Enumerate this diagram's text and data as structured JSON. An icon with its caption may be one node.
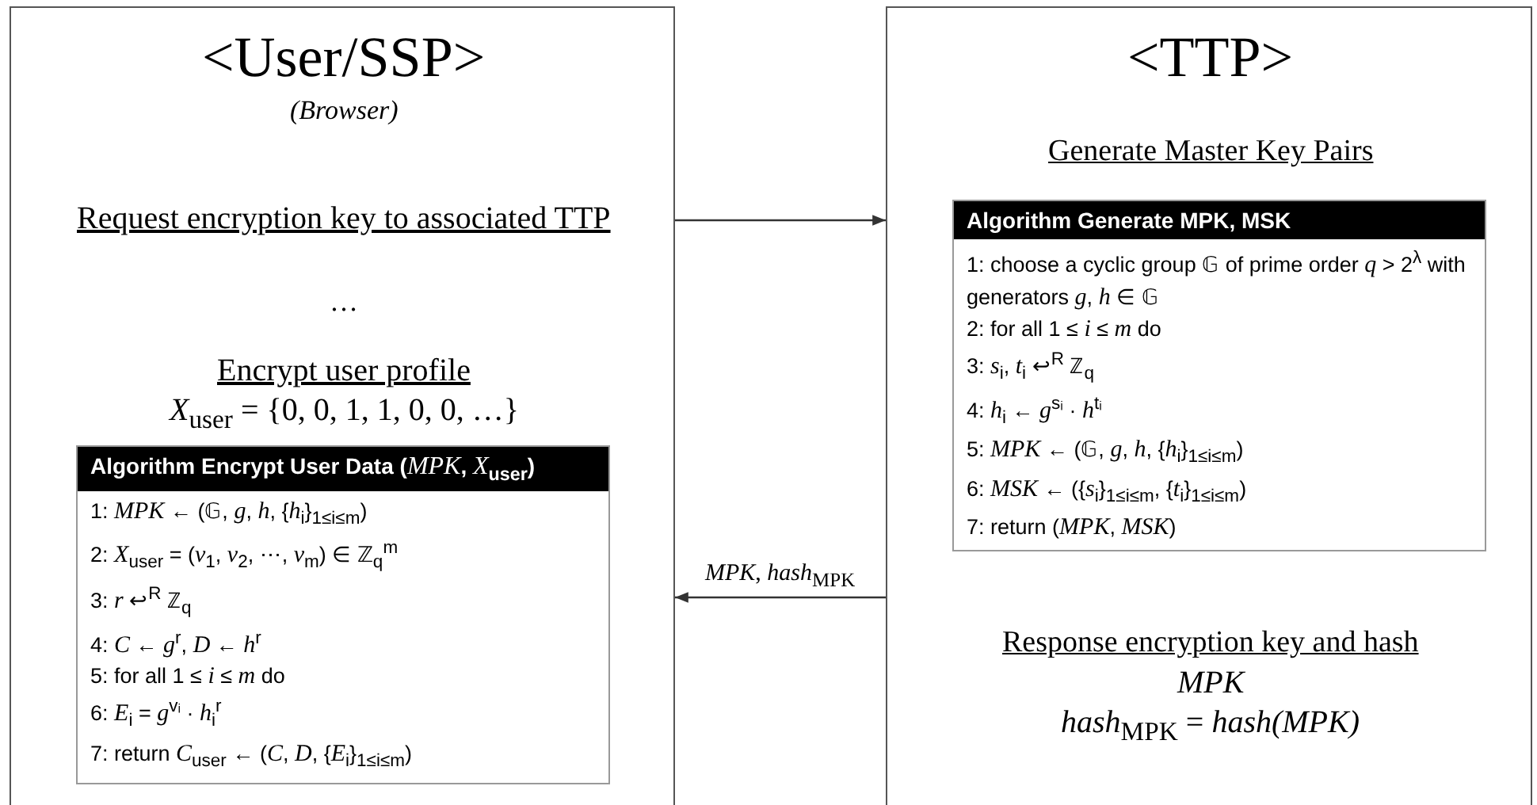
{
  "diagram": {
    "nodes": [
      {
        "text": [
          "<User/SSP>",
          "*(Browser)*",
          "Request encryption key to associated TTP",
          "…",
          "Encrypt user profile",
          "*X*$_{user}$ = {0, 0, 1, 1, 0, 0, …}"
        ]
      },
      {
        "text": [
          "Algorithm Encrypt  User Data (*MPK*, *X*$_{user}$)",
          "1: *MPK* ← (𝔾, *g*, *h*, {*h*$_{i}$}$_{1≤i≤m}$)",
          "2: *X*$_{user}$ = (*v*$_{1}$, *v*$_{2}$, ⋯, *v*$_{m}$) ∈ ℤ$_{q}$$^{m}$",
          "3: *r* ↩$^{R}$ ℤ$_{q}$",
          "4: *C* ← *g*$^{r}$, *D* ← *h*$^{r}$",
          "5: for all 1 ≤ *i* ≤ *m* do",
          "6: *E*$_{i}$ = *g*$^{vᵢ}$ · *h*$_{i}$$^{r}$",
          "7: return *C*$_{user}$ ← (*C*, *D*, {*E*$_{i}$}$_{1≤i≤m}$)"
        ],
        "in": 0
      },
      {
        "text": [
          "<TTP>",
          "Generate Master Key Pairs",
          "Response encryption key and hash",
          "*MPK*",
          "*hash*$_{MPK}$ = *hash(MPK)*"
        ]
      },
      {
        "text": [
          "Algorithm Generate MPK, MSK",
          "1: choose a cyclic group 𝔾 of prime order *q* > 2$^{λ}$ with generators *g*, *h* ∈ 𝔾",
          "2: for all 1 ≤ *i* ≤ *m* do",
          "3: *s*$_{i}$, *t*$_{i}$ ↩$^{R}$ ℤ$_{q}$",
          "4: *h*$_{i}$ ← *g*$^{sᵢ}$ · *h*$^{tᵢ}$",
          "5: *MPK* ← (𝔾, *g*, *h*, {*h*$_{i}$}$_{1≤i≤m}$)",
          "6: *MSK* ← ({*s*$_{i}$}$_{1≤i≤m}$, {*t*$_{i}$}$_{1≤i≤m}$)",
          "7: return (*MPK*, *MSK*)"
        ],
        "in": 2
      }
    ],
    "edges": [
      {
        "from": 0,
        "to": 2,
        "arrow": "to"
      },
      {
        "from": 2,
        "to": 0,
        "arrow": "to",
        "label": "*MPK*, *hash*$_{MPK}$"
      }
    ]
  }
}
